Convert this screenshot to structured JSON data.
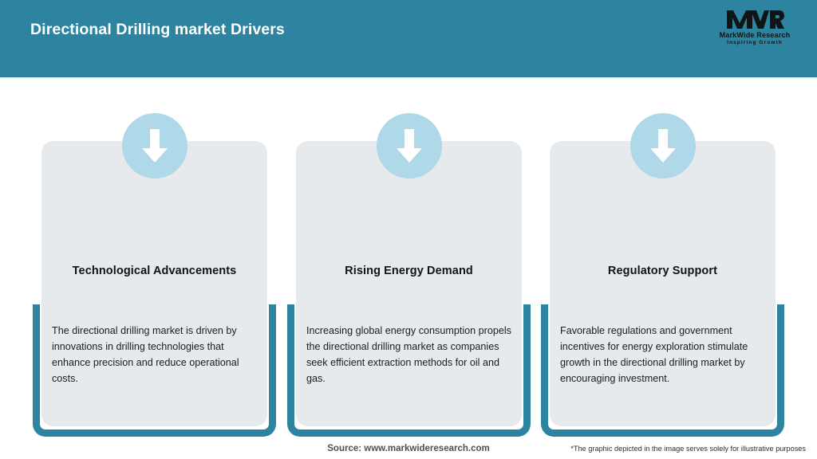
{
  "header": {
    "title": "Directional Drilling market Drivers",
    "background_color": "#2d84a0"
  },
  "logo": {
    "mark": "MWR",
    "name": "MarkWide Research",
    "tagline": "Inspiring Growth"
  },
  "cards": [
    {
      "icon": "down-arrow-icon",
      "title": "Technological Advancements",
      "body": "The directional drilling market is driven by innovations in drilling technologies that enhance precision and reduce operational costs."
    },
    {
      "icon": "down-arrow-icon",
      "title": "Rising Energy Demand",
      "body": "Increasing global energy consumption propels the directional drilling market as companies seek efficient extraction methods for oil and gas."
    },
    {
      "icon": "down-arrow-icon",
      "title": "Regulatory Support",
      "body": "Favorable regulations and government incentives for energy exploration stimulate growth in the directional drilling market by encouraging investment."
    }
  ],
  "footer": {
    "source": "Source: www.markwideresearch.com",
    "disclaimer": "*The graphic depicted in the image serves solely for illustrative purposes"
  },
  "colors": {
    "accent_teal": "#2d84a0",
    "card_gray": "#e6eaec",
    "icon_circle_blue": "#afd9e8",
    "page_background": "#ffffff"
  }
}
